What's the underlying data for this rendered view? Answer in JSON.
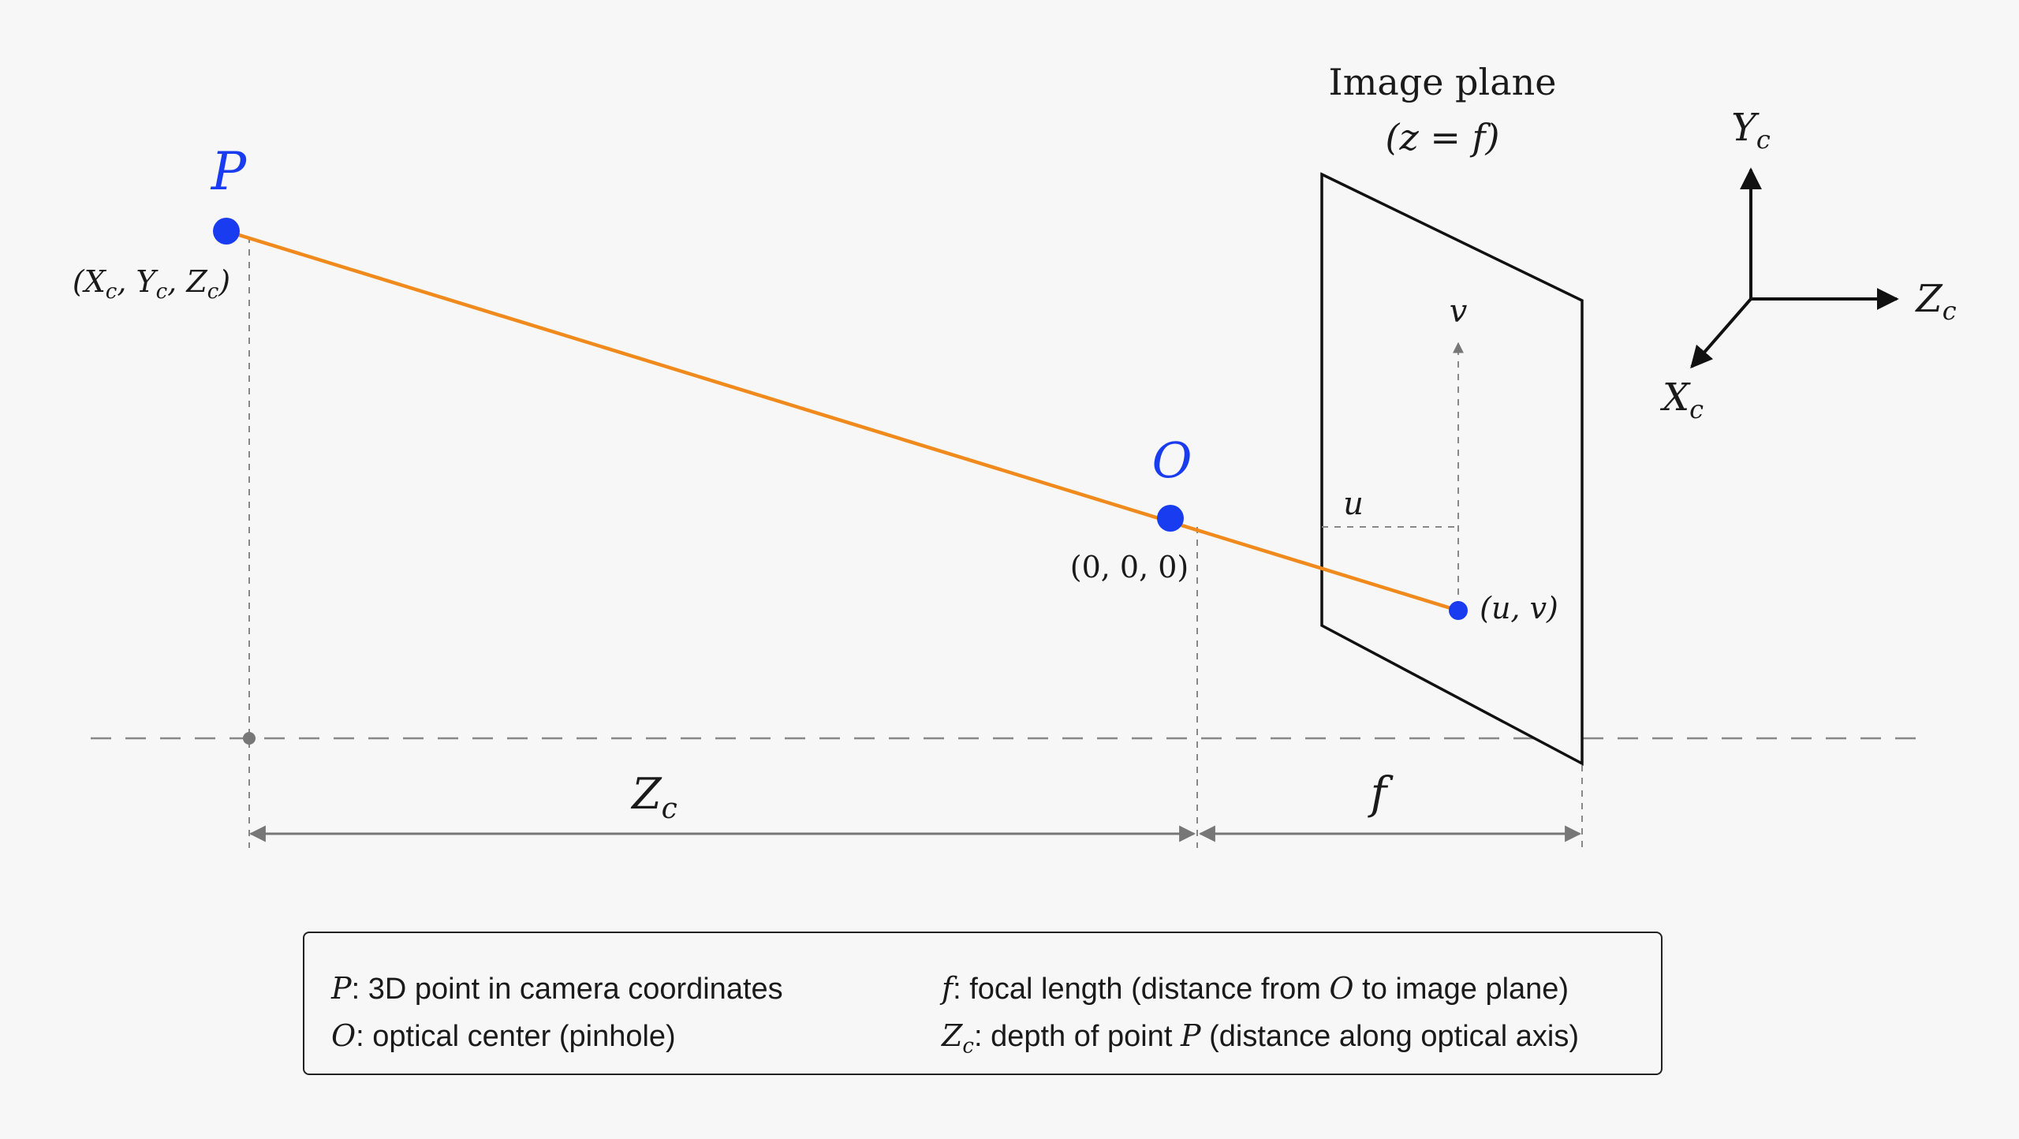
{
  "diagram": {
    "image_plane_title": "Image plane",
    "image_plane_equation": "(z = f)",
    "point_P": {
      "label": "P",
      "coords": "(X",
      "coords_sub": "c",
      "coords_full": "(Xc, Yc, Zc)"
    },
    "point_O": {
      "label": "O",
      "coords": "(0, 0, 0)"
    },
    "point_uv": {
      "coords": "(u, v)"
    },
    "axis_u": "u",
    "axis_v": "v",
    "axes": {
      "y": {
        "base": "Y",
        "sub": "c"
      },
      "z": {
        "base": "Z",
        "sub": "c"
      },
      "x": {
        "base": "X",
        "sub": "c"
      }
    },
    "dimension_Zc": {
      "base": "Z",
      "sub": "c"
    },
    "dimension_f": "f",
    "colors": {
      "point": "#1a3cf0",
      "ray": "#f08a1c",
      "lines": "#111111",
      "guides": "#888888"
    }
  },
  "legend": {
    "items": [
      {
        "symbol": "P",
        "symbol_sub": "",
        "text": ": 3D point in camera coordinates"
      },
      {
        "symbol": "O",
        "symbol_sub": "",
        "text": ": optical center (pinhole)"
      },
      {
        "symbol": "f",
        "symbol_sub": "",
        "text": ": focal length (distance from ",
        "symbol2": "O",
        "text2": " to image plane)"
      },
      {
        "symbol": "Z",
        "symbol_sub": "c",
        "text": ": depth of point ",
        "symbol2": "P",
        "text2": " (distance along optical axis)"
      }
    ]
  }
}
